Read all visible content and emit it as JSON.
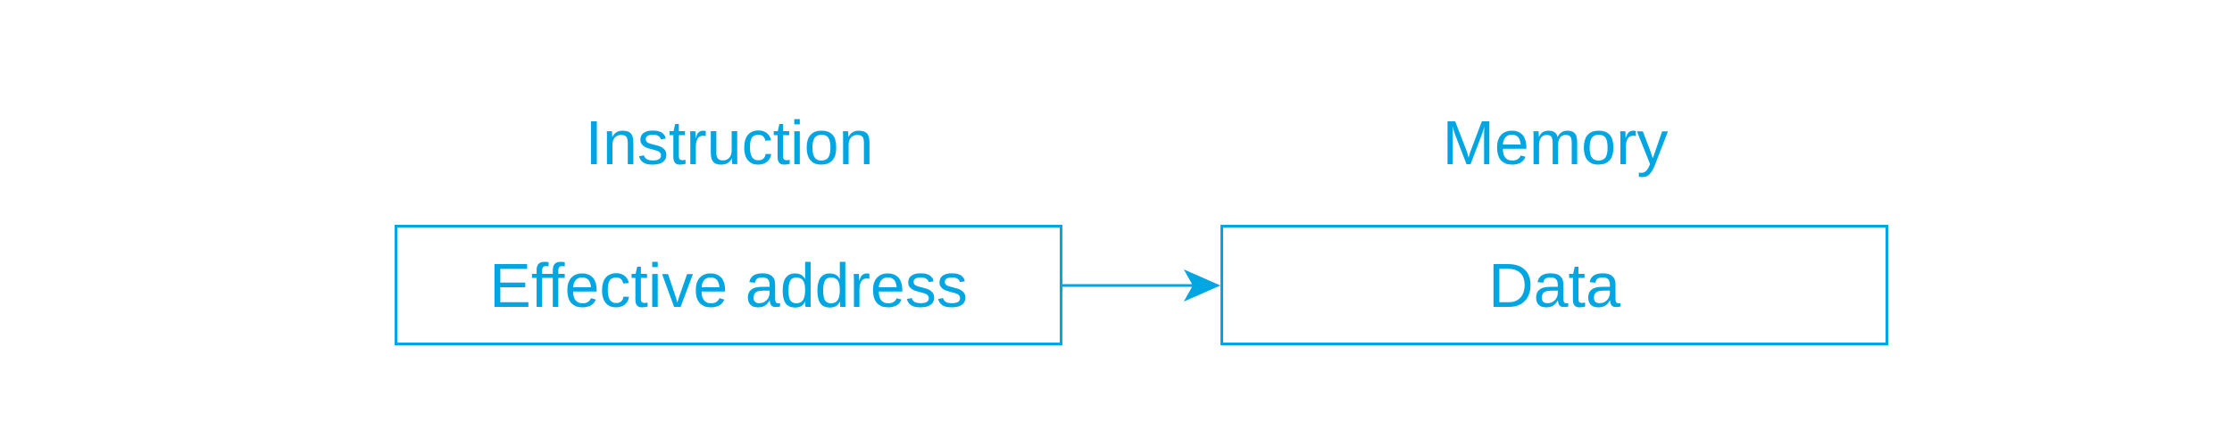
{
  "diagram": {
    "instruction_heading": "Instruction",
    "memory_heading": "Memory",
    "instruction_box_label": "Effective address",
    "memory_box_label": "Data",
    "connector": {
      "from": "Effective address",
      "to": "Data",
      "style": "arrow"
    }
  },
  "colors": {
    "accent": "#00a6e2",
    "background": "#ffffff"
  }
}
